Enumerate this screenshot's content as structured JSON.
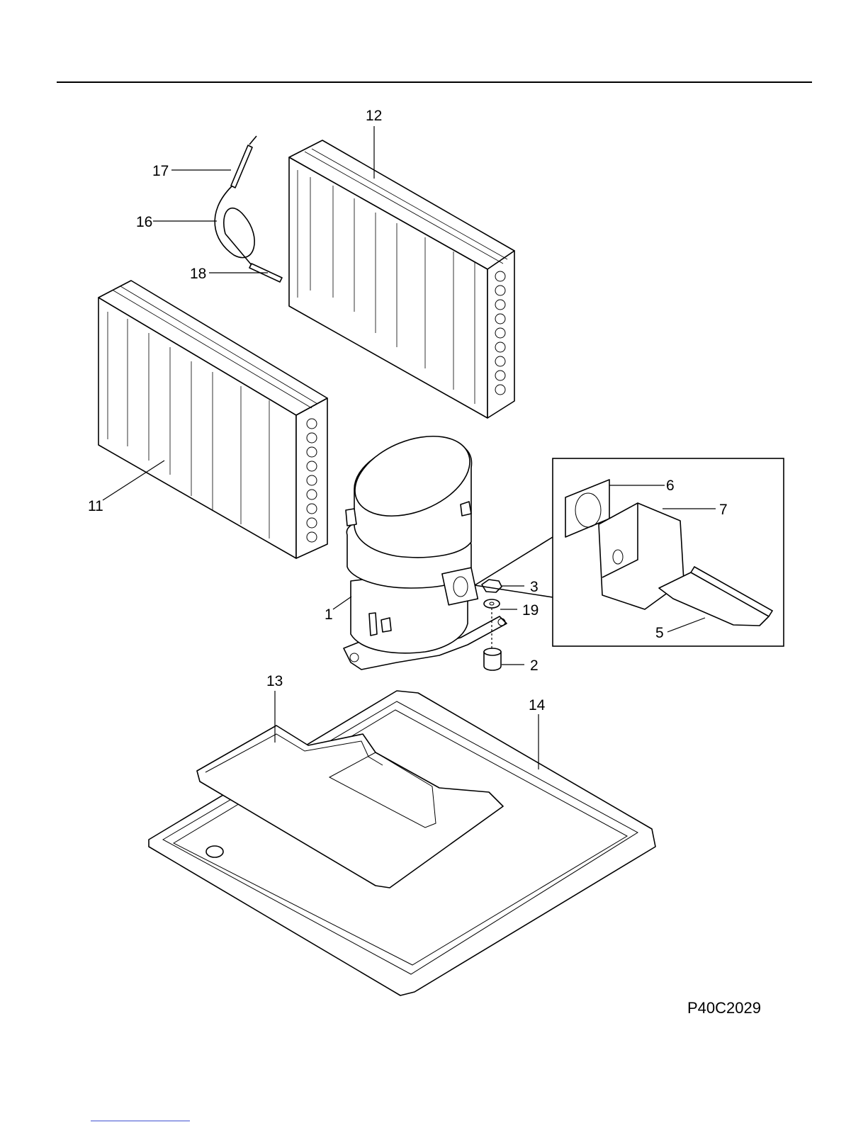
{
  "callouts": {
    "c1": "1",
    "c2": "2",
    "c3": "3",
    "c5": "5",
    "c6": "6",
    "c7": "7",
    "c11": "11",
    "c12": "12",
    "c13": "13",
    "c14": "14",
    "c16": "16",
    "c17": "17",
    "c18": "18",
    "c19": "19"
  },
  "diagram_code": "P40C2029"
}
